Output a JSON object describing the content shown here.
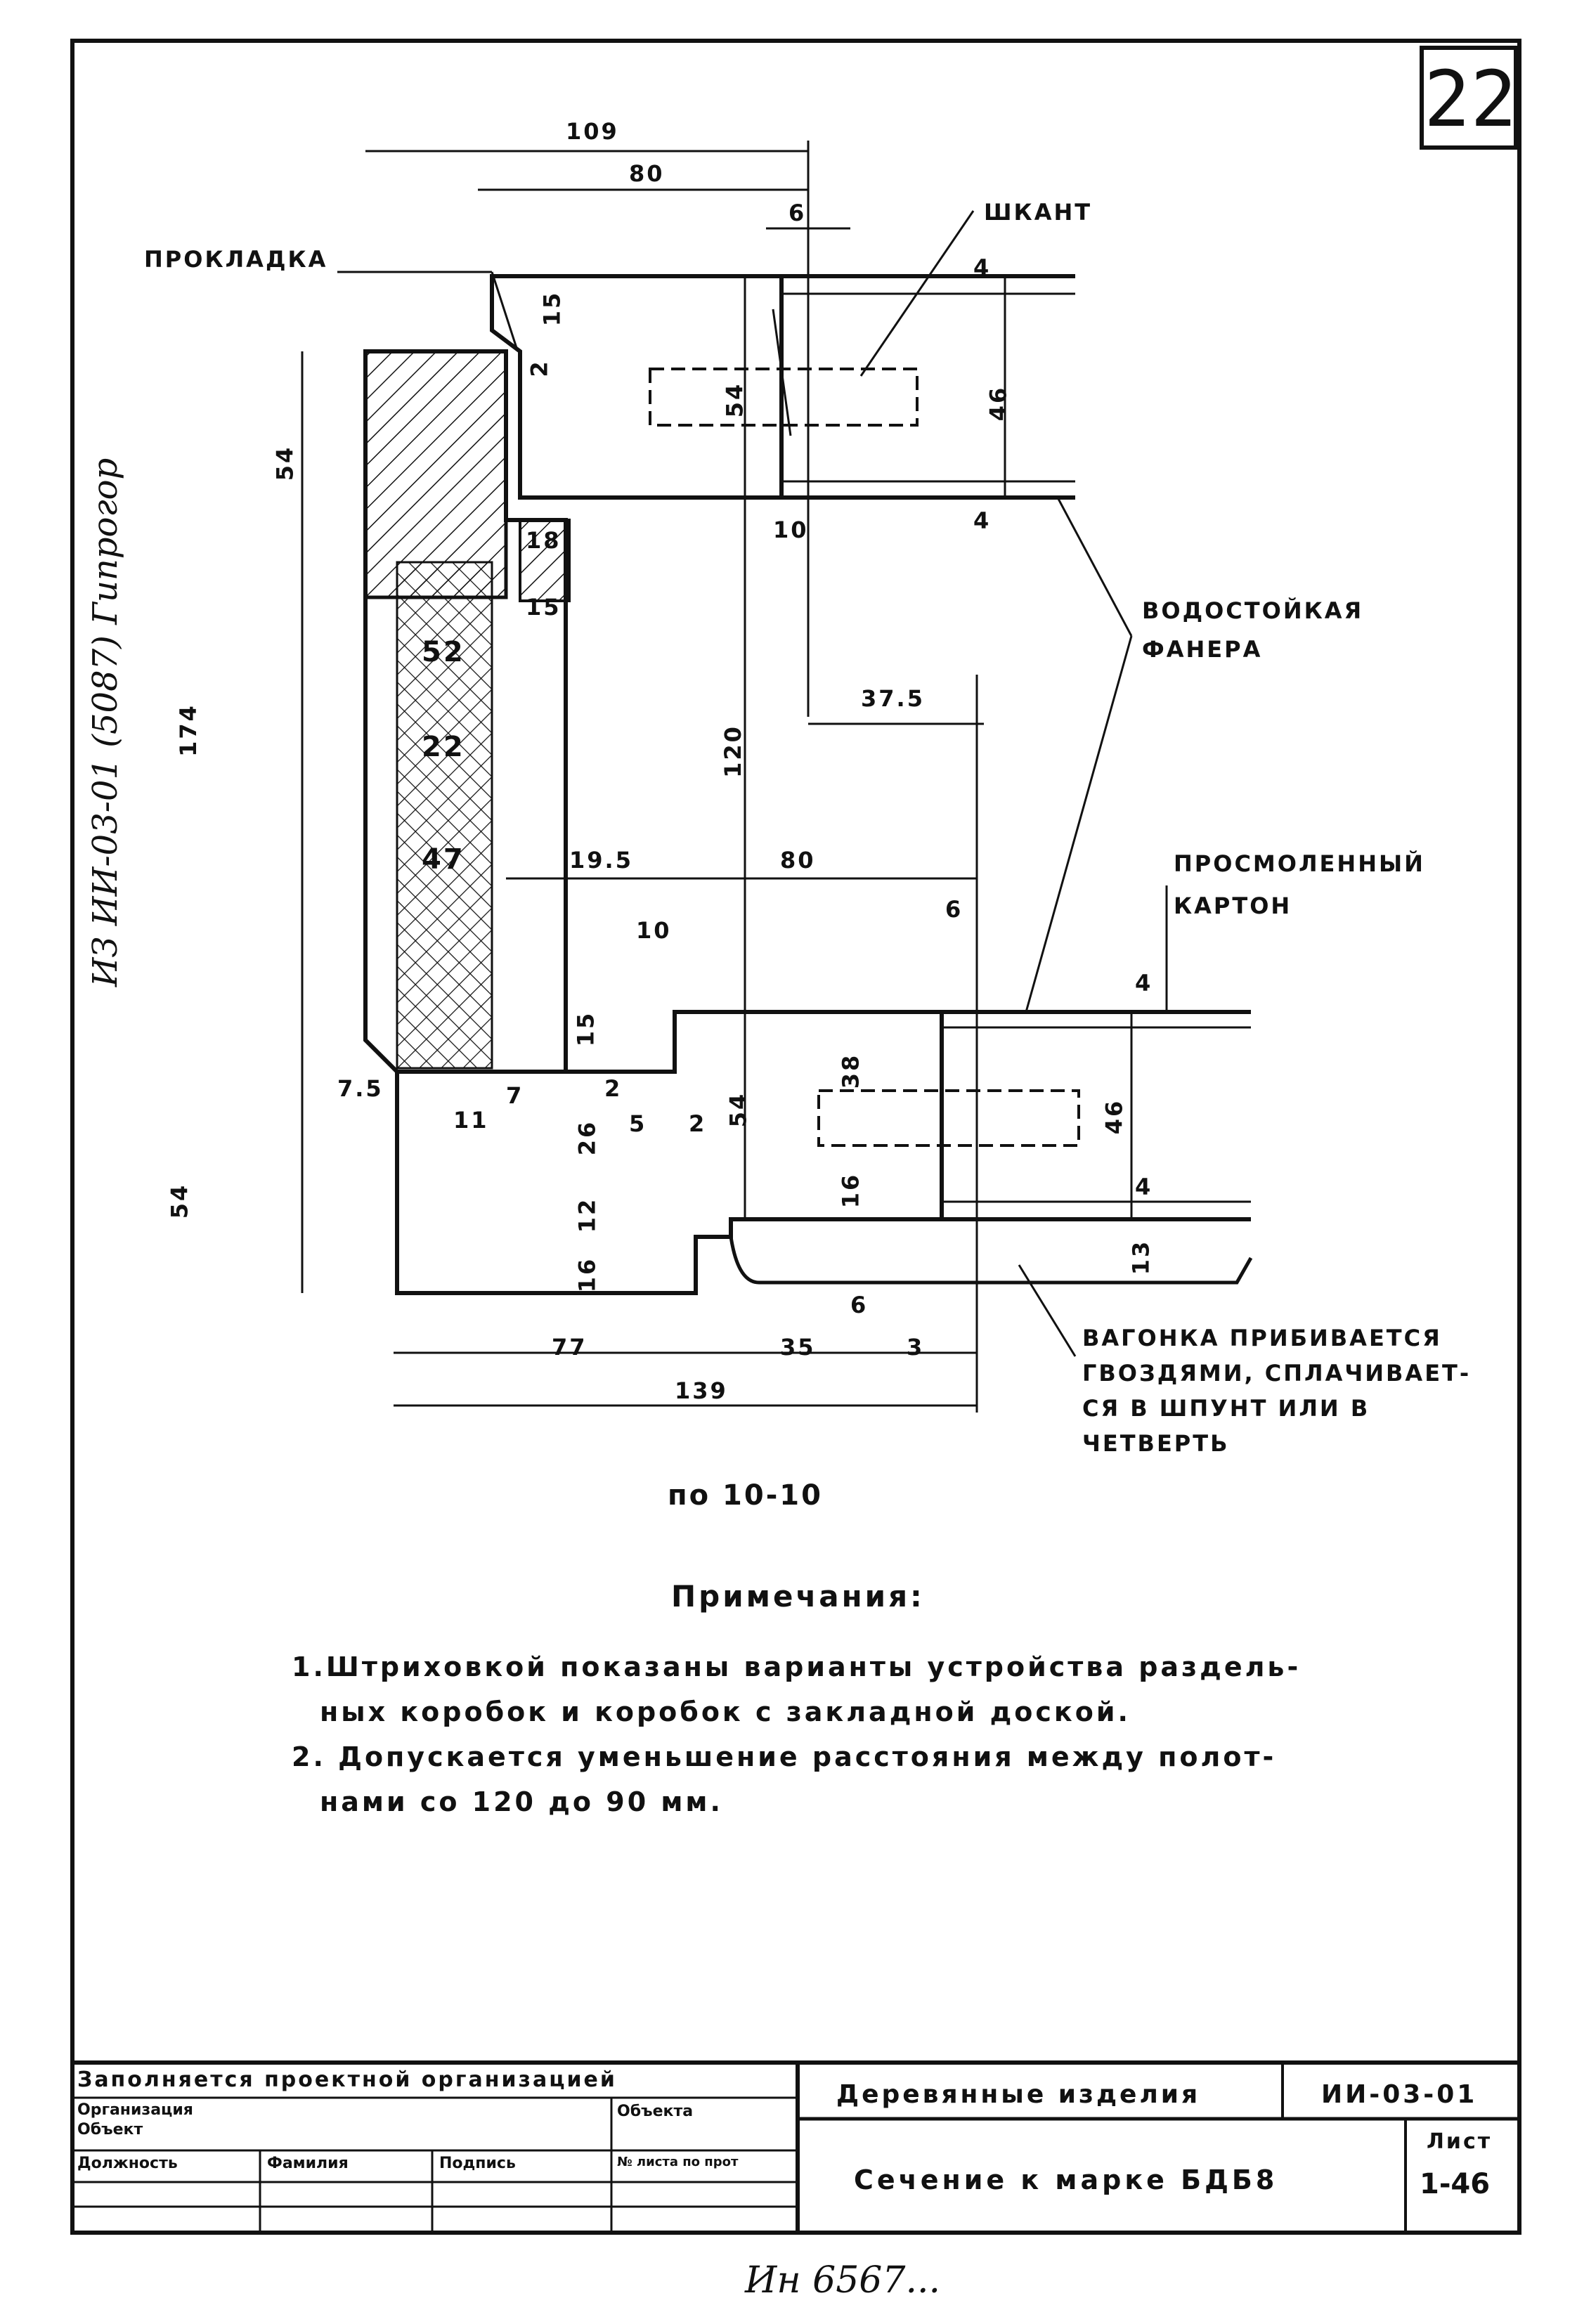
{
  "sheet_number": "22",
  "side_note": "ИЗ ИИ-03-01 (5087) Гипрогор",
  "bottom_note": "Ин 6567...",
  "labels": {
    "gasket": "ПРОКЛАДКА",
    "dowel": "ШКАНТ",
    "plywood_1": "ВОДОСТОЙКАЯ",
    "plywood_2": "ФАНЕРА",
    "cardboard_1": "ПРОСМОЛЕННЫЙ",
    "cardboard_2": "КАРТОН",
    "vagonka_1": "ВАГОНКА ПРИБИВАЕТСЯ",
    "vagonka_2": "ГВОЗДЯМИ, СПЛАЧИВАЕТ-",
    "vagonka_3": "СЯ В ШПУНТ ИЛИ В",
    "vagonka_4": "ЧЕТВЕРТЬ",
    "section": "по 10-10"
  },
  "dims": {
    "d109": "109",
    "d80a": "80",
    "d6a": "6",
    "d54a": "54",
    "d174": "174",
    "d54b": "54",
    "d15a": "15",
    "d2a": "2",
    "d54c": "54",
    "d46a": "46",
    "d4a": "4",
    "d4b": "4",
    "d10a": "10",
    "d18": "18",
    "d15b": "15",
    "d52": "52",
    "d22": "22",
    "d47": "47",
    "d120": "120",
    "d37_5": "37.5",
    "d19_5": "19.5",
    "d80b": "80",
    "d10b": "10",
    "d6b": "6",
    "d4c": "4",
    "d15c": "15",
    "d7_5": "7.5",
    "d2b": "2",
    "d38": "38",
    "d54d": "54",
    "d46b": "46",
    "d4d": "4",
    "d11": "11",
    "d7": "7",
    "d26": "26",
    "d5": "5",
    "d2c": "2",
    "d16a": "16",
    "d12": "12",
    "d16b": "16",
    "d13": "13",
    "d6c": "6",
    "d77": "77",
    "d35": "35",
    "d3": "3",
    "d139": "139"
  },
  "notes": {
    "title": "Примечания:",
    "line1": "1.Штриховкой показаны варианты устройства раздель-",
    "line2": "ных коробок и коробок с закладной доской.",
    "line3": "2. Допускается уменьшение расстояния между полот-",
    "line4": "нами со 120 до 90 мм."
  },
  "title_block": {
    "filled_by": "Заполняется проектной организацией",
    "organization": "Организация",
    "object": "Объект",
    "object_short": "Объекта",
    "position": "Должность",
    "surname": "Фамилия",
    "signature": "Подпись",
    "sheet_no": "№ листа по прот",
    "product_group": "Деревянные изделия",
    "code": "ИИ-03-01",
    "drawing_title": "Сечение к марке БДБ8",
    "sheet_label": "Лист",
    "sheet_value": "1-46"
  }
}
